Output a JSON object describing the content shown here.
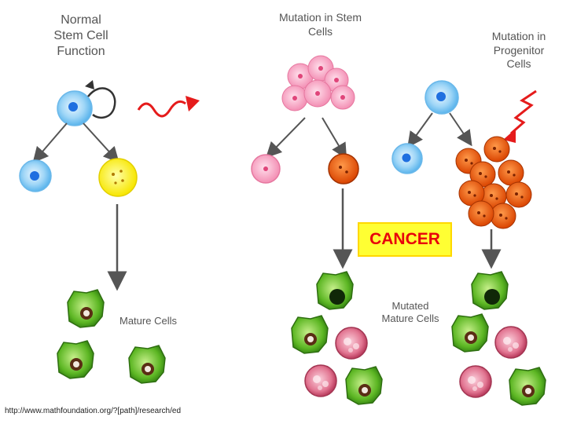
{
  "labels": {
    "normal_title": [
      "Normal",
      "Stem Cell",
      "Function"
    ],
    "mutation_stem_title": [
      "Mutation in Stem",
      "Cells"
    ],
    "mutation_progenitor_title": [
      "Mutation in",
      "Progenitor",
      "Cells"
    ],
    "mature_cells": "Mature Cells",
    "mutated_mature_cells": [
      "Mutated",
      "Mature Cells"
    ],
    "cancer": "CANCER",
    "source_url": "http://www.mathfoundation.org/?[path]/research/ed"
  },
  "colors": {
    "stem_cell": "#7ec8f5",
    "stem_nucleus": "#1f6fe0",
    "yellow_cell": "#fff200",
    "pink_cell": "#f7a8c4",
    "orange_cell": "#f25a0c",
    "green_cell": "#4caa1e",
    "red_cell": "#e05a78",
    "arrow": "#555555",
    "mutation_arrow": "#e51b1b",
    "cancer_text": "#e8000b",
    "cancer_bg": "#ffff33"
  },
  "icons": {
    "mutation": "wavy-arrow-icon",
    "self_renewal": "curved-arrow-icon"
  }
}
